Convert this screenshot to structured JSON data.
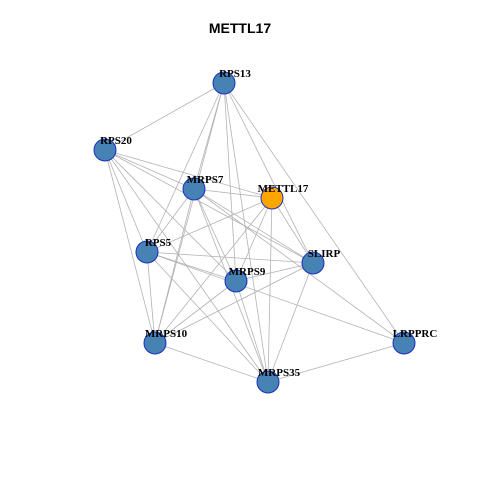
{
  "title": "METTL17",
  "colors": {
    "default_node": "#4682b4",
    "highlight_node": "#ffa500",
    "edge": "#b3b3b3",
    "node_border": "#1a2fbf"
  },
  "nodes": [
    {
      "id": "RPS13",
      "label": "RPS13",
      "highlight": false
    },
    {
      "id": "RPS20",
      "label": "RPS20",
      "highlight": false
    },
    {
      "id": "MRPS7",
      "label": "MRPS7",
      "highlight": false
    },
    {
      "id": "METTL17",
      "label": "METTL17",
      "highlight": true
    },
    {
      "id": "RPS5",
      "label": "RPS5",
      "highlight": false
    },
    {
      "id": "SLIRP",
      "label": "SLIRP",
      "highlight": false
    },
    {
      "id": "MRPS9",
      "label": "MRPS9",
      "highlight": false
    },
    {
      "id": "MRPS10",
      "label": "MRPS10",
      "highlight": false
    },
    {
      "id": "LRPPRC",
      "label": "LRPPRC",
      "highlight": false
    },
    {
      "id": "MRPS35",
      "label": "MRPS35",
      "highlight": false
    }
  ],
  "edges": [
    [
      "RPS13",
      "RPS20"
    ],
    [
      "RPS13",
      "MRPS7"
    ],
    [
      "RPS13",
      "RPS5"
    ],
    [
      "RPS13",
      "MRPS9"
    ],
    [
      "RPS13",
      "SLIRP"
    ],
    [
      "RPS13",
      "LRPPRC"
    ],
    [
      "RPS13",
      "MRPS35"
    ],
    [
      "RPS13",
      "MRPS10"
    ],
    [
      "RPS20",
      "MRPS7"
    ],
    [
      "RPS20",
      "METTL17"
    ],
    [
      "RPS20",
      "RPS5"
    ],
    [
      "RPS20",
      "MRPS10"
    ],
    [
      "RPS20",
      "MRPS9"
    ],
    [
      "RPS20",
      "SLIRP"
    ],
    [
      "RPS20",
      "MRPS35"
    ],
    [
      "MRPS7",
      "METTL17"
    ],
    [
      "MRPS7",
      "RPS5"
    ],
    [
      "MRPS7",
      "MRPS10"
    ],
    [
      "MRPS7",
      "MRPS9"
    ],
    [
      "MRPS7",
      "SLIRP"
    ],
    [
      "MRPS7",
      "MRPS35"
    ],
    [
      "MRPS7",
      "LRPPRC"
    ],
    [
      "METTL17",
      "RPS5"
    ],
    [
      "METTL17",
      "MRPS9"
    ],
    [
      "METTL17",
      "SLIRP"
    ],
    [
      "METTL17",
      "MRPS10"
    ],
    [
      "METTL17",
      "MRPS35"
    ],
    [
      "RPS5",
      "SLIRP"
    ],
    [
      "RPS5",
      "MRPS9"
    ],
    [
      "RPS5",
      "MRPS10"
    ],
    [
      "RPS5",
      "MRPS35"
    ],
    [
      "RPS5",
      "LRPPRC"
    ],
    [
      "SLIRP",
      "MRPS9"
    ],
    [
      "SLIRP",
      "MRPS10"
    ],
    [
      "SLIRP",
      "MRPS35"
    ],
    [
      "MRPS9",
      "MRPS10"
    ],
    [
      "MRPS9",
      "MRPS35"
    ],
    [
      "MRPS10",
      "MRPS35"
    ],
    [
      "MRPS35",
      "LRPPRC"
    ]
  ]
}
